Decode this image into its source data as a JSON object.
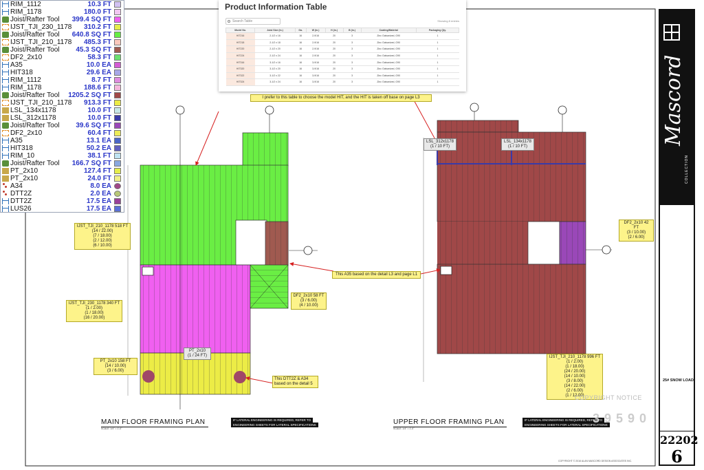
{
  "takeoff": [
    {
      "name": "RIM_1112",
      "qty": "10.3 FT",
      "icon": "pline",
      "swatch": "#d2c2f2",
      "shape": "rect"
    },
    {
      "name": "RIM_1178",
      "qty": "180.0 FT",
      "icon": "pline",
      "swatch": "#f2c8f2",
      "shape": "rect"
    },
    {
      "name": "Joist/Rafter Tool",
      "qty": "399.4 SQ FT",
      "icon": "tool",
      "swatch": "#f060f0",
      "shape": "rect"
    },
    {
      "name": "IJST_TJI_230_1178",
      "qty": "310.2 FT",
      "icon": "dash",
      "swatch": "#e6ee4a",
      "shape": "rect"
    },
    {
      "name": "Joist/Rafter Tool",
      "qty": "640.8 SQ FT",
      "icon": "tool",
      "swatch": "#66ee44",
      "shape": "rect"
    },
    {
      "name": "IJST_TJI_210_1178",
      "qty": "485.3 FT",
      "icon": "dash",
      "swatch": "#fbc9bd",
      "shape": "rect"
    },
    {
      "name": "Joist/Rafter Tool",
      "qty": "45.3 SQ FT",
      "icon": "tool",
      "swatch": "#a05a50",
      "shape": "rect"
    },
    {
      "name": "DF2_2x10",
      "qty": "58.3 FT",
      "icon": "dash",
      "swatch": "#6ce070",
      "shape": "rect"
    },
    {
      "name": "A35",
      "qty": "10.0 EA",
      "icon": "pline",
      "swatch": "#d45cd4",
      "shape": "rect"
    },
    {
      "name": "HIT318",
      "qty": "29.6 EA",
      "icon": "pline",
      "swatch": "#a8a8e8",
      "shape": "rect"
    },
    {
      "name": "RIM_1112",
      "qty": "8.7 FT",
      "icon": "pline",
      "swatch": "#e08ce0",
      "shape": "rect"
    },
    {
      "name": "RIM_1178",
      "qty": "188.6 FT",
      "icon": "pline",
      "swatch": "#f5b7dd",
      "shape": "rect"
    },
    {
      "name": "Joist/Rafter Tool",
      "qty": "1205.2 SQ FT",
      "icon": "tool",
      "swatch": "#a04848",
      "shape": "rect"
    },
    {
      "name": "IJST_TJI_210_1178",
      "qty": "913.3 FT",
      "icon": "dash",
      "swatch": "#ecec46",
      "shape": "rect"
    },
    {
      "name": "LSL_134x1178",
      "qty": "10.0 FT",
      "icon": "lumber",
      "swatch": "#c8e8e8",
      "shape": "rect"
    },
    {
      "name": "LSL_312x1178",
      "qty": "10.0 FT",
      "icon": "lumber",
      "swatch": "#3a3aa8",
      "shape": "rect"
    },
    {
      "name": "Joist/Rafter Tool",
      "qty": "39.6 SQ FT",
      "icon": "tool",
      "swatch": "#9a48b8",
      "shape": "rect"
    },
    {
      "name": "DF2_2x10",
      "qty": "60.4 FT",
      "icon": "dash",
      "swatch": "#ecec58",
      "shape": "rect"
    },
    {
      "name": "A35",
      "qty": "13.1 EA",
      "icon": "pline",
      "swatch": "#4a66c8",
      "shape": "rect"
    },
    {
      "name": "HIT318",
      "qty": "50.2 EA",
      "icon": "pline",
      "swatch": "#6060c0",
      "shape": "rect"
    },
    {
      "name": "RIM_10",
      "qty": "38.1 FT",
      "icon": "pline",
      "swatch": "#bfe3f2",
      "shape": "rect"
    },
    {
      "name": "Joist/Rafter Tool",
      "qty": "166.7 SQ FT",
      "icon": "tool",
      "swatch": "#8aa8e0",
      "shape": "rect"
    },
    {
      "name": "PT_2x10",
      "qty": "127.4 FT",
      "icon": "lumber",
      "swatch": "#e6ee4a",
      "shape": "rect"
    },
    {
      "name": "PT_2x10",
      "qty": "24.0 FT",
      "icon": "lumber",
      "swatch": "#f0f088",
      "shape": "rect"
    },
    {
      "name": "A34",
      "qty": "8.0 EA",
      "icon": "dot",
      "swatch": "#a04888",
      "shape": "round"
    },
    {
      "name": "DTT2Z",
      "qty": "2.0 EA",
      "icon": "dot",
      "swatch": "#b8c878",
      "shape": "round"
    },
    {
      "name": "DTT2Z",
      "qty": "17.5 EA",
      "icon": "pline",
      "swatch": "#98409a",
      "shape": "rect"
    },
    {
      "name": "LUS26",
      "qty": "17.5 EA",
      "icon": "pline",
      "swatch": "#5a70d8",
      "shape": "rect"
    }
  ],
  "product_table": {
    "title": "Product Information Table",
    "search_placeholder": "Search Table",
    "entries": "Showing 8 entries",
    "headers": [
      "Model No.",
      "Joist Size (in.)",
      "Ga.",
      "W (in.)",
      "H (in.)",
      "B (in.)",
      "Coating/Material",
      "Packaging Qty."
    ],
    "rows": [
      [
        "HIT216",
        "2-1/2 x 16",
        "16",
        "2-9/16",
        "20",
        "3",
        "Zinc Galvanized, G90",
        "1"
      ],
      [
        "HIT218",
        "2-1/2 x 18",
        "16",
        "2-9/16",
        "20",
        "3",
        "Zinc Galvanized, G90",
        "1"
      ],
      [
        "HIT220",
        "2-1/2 x 20",
        "16",
        "2-9/16",
        "20",
        "3",
        "Zinc Galvanized, G90",
        "1"
      ],
      [
        "HIT224",
        "2-1/2 x 24",
        "16",
        "2-9/16",
        "20",
        "3",
        "Zinc Galvanized, G90",
        "1"
      ],
      [
        "HIT316",
        "3-1/2 x 16",
        "16",
        "3-9/16",
        "20",
        "3",
        "Zinc Galvanized, G90",
        "1"
      ],
      [
        "HIT320",
        "3-1/2 x 20",
        "16",
        "3-9/16",
        "20",
        "3",
        "Zinc Galvanized, G90",
        "1"
      ],
      [
        "HIT322",
        "3-1/2 x 22",
        "16",
        "3-9/16",
        "20",
        "3",
        "Zinc Galvanized, G90",
        "1"
      ],
      [
        "HIT324",
        "3-1/2 x 24",
        "16",
        "3-9/16",
        "20",
        "3",
        "Zinc Galvanized, G90",
        "1"
      ]
    ]
  },
  "notes": {
    "hit_note": "I prefer to this table to choose the model HIT, and the HIT is taken off base on page L3",
    "a35_note": "This A35 based on the detail L3 and page L1",
    "dtt_note": "This  DTT2Z  &  A34\nbased on the detail 5",
    "ijst_210_main": "IJST_TJI_210_1178 518 FT\n(14 / 22.00)\n(7 / 18.00)\n(2 / 12.00)\n(6 / 10.00)",
    "ijst_230_main": "IJST_TJI_230_1178 340 FT\n(1 / 2.00)\n(1 / 18.00)\n(16 / 20.00)",
    "pt_main": "PT_2x10 158 FT\n(14 / 10.00)\n(3 / 6.00)",
    "df2_main": "DF2_2x10 58 FT\n(3 / 6.00)\n(4 / 10.00)",
    "df2_upper": "DF2_2x10 42 FT\n(3 / 10.00)\n(2 / 6.00)",
    "ijst_210_upper": "IJST_TJI_210_1178 996 FT\n(1 / 2.00)\n(1 / 18.00)\n(24 / 20.00)\n(14 / 10.00)\n(3 / 8.00)\n(14 / 22.00)\n(2 / 6.00)\n(1 / 12.00)"
  },
  "callouts": {
    "pt_center": "PT_2x10\n(1 / 24 FT)",
    "lsl_312": "LSL_312x1178\n(1 / 10 FT)",
    "lsl_134": "LSL_134x1178\n(1 / 10 FT)"
  },
  "plans": {
    "main_title": "MAIN FLOOR FRAMING PLAN",
    "upper_title": "UPPER FLOOR FRAMING PLAN",
    "scale": "SCALE:   1/4\" = 1'-0\"",
    "warning1": "IF LATERAL ENGINEERING IS REQUIRED, REFER TO",
    "warning2": "ENGINEERING SHEETS FOR LATERAL SPECIFICATIONS"
  },
  "title_block": {
    "brand": "Mascord",
    "collection": "COLLECTION",
    "snow_load": "25# SNOW LOAD",
    "plan_no": "22202",
    "sheet_no": "6"
  },
  "copyright": "COPYRIGHT NOTICE",
  "watermark_no": "3 9 5 9 0",
  "footer": "COPYRIGHT  ©  2016  ALAN MASCORD DESIGN ASSOCIATES INC."
}
